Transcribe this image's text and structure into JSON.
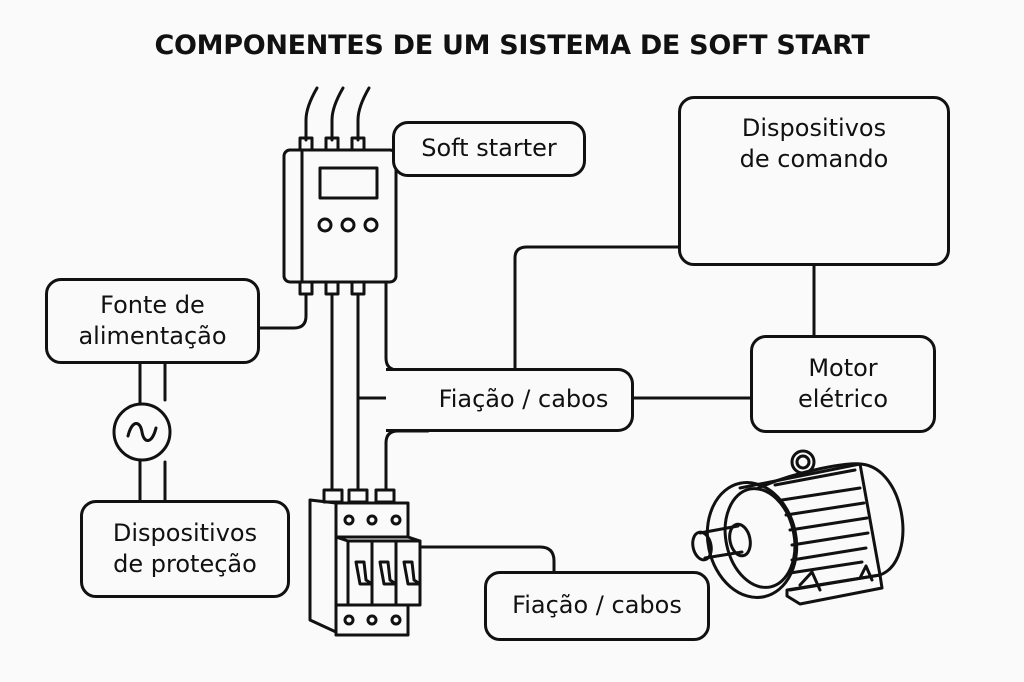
{
  "title": "COMPONENTES DE UM SISTEMA DE SOFT START",
  "labels": {
    "soft_starter": "Soft starter",
    "command_devices": [
      "Dispositivos",
      "de comando"
    ],
    "power_supply": [
      "Fonte de",
      "alimentação"
    ],
    "wiring_main": "Fiação / cabos",
    "motor": [
      "Motor",
      "elétrico"
    ],
    "protection_devices": [
      "Dispositivos",
      "de proteção"
    ],
    "wiring_secondary": "Fiação / cabos"
  },
  "icons": {
    "soft_starter": "soft-starter-unit-icon",
    "command_buttons": [
      "stop-button-icon",
      "start-button-icon",
      "selector-switch-icon"
    ],
    "ac_source": "ac-sine-source-icon",
    "breaker": "three-pole-circuit-breaker-icon",
    "motor": "electric-motor-icon"
  },
  "colors": {
    "stroke": "#111111",
    "background": "#fafafa"
  }
}
